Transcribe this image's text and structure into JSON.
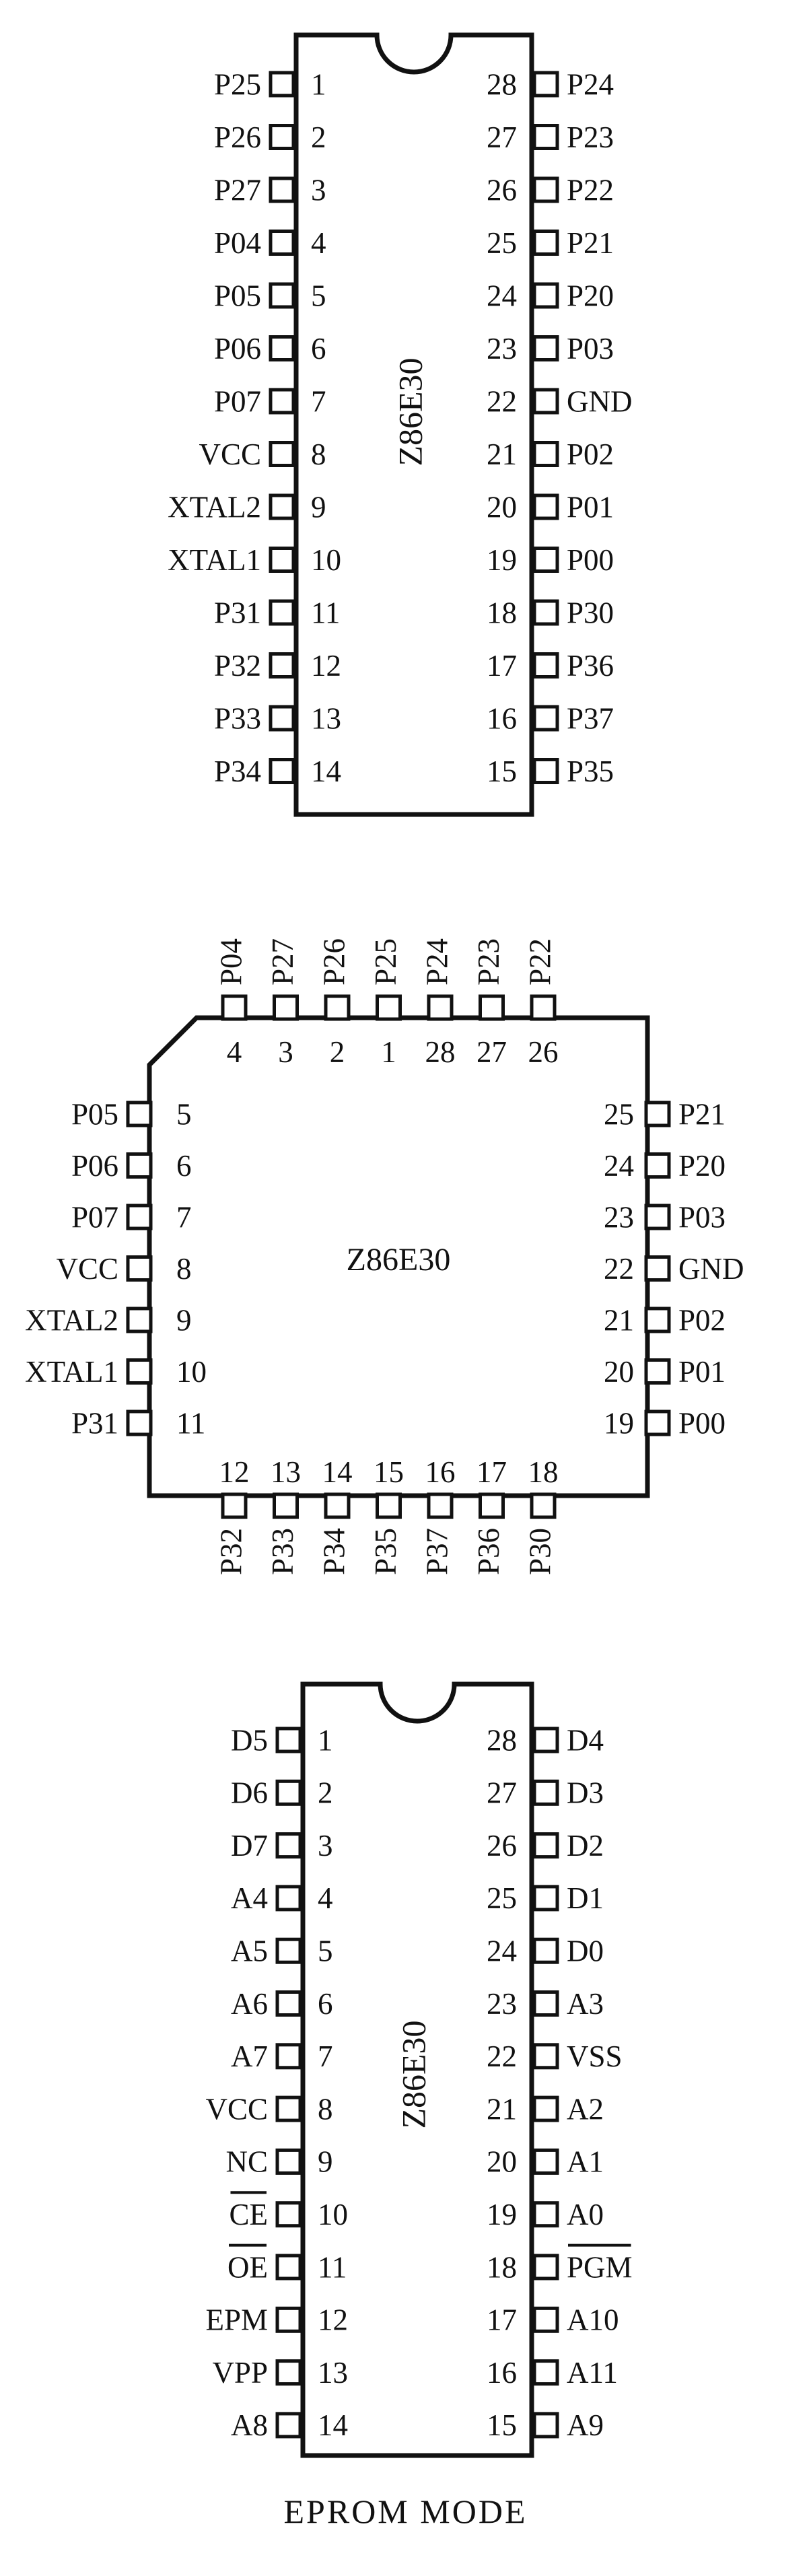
{
  "diagrams": [
    {
      "id": "dip-pinout",
      "package": "DIP-28",
      "chip_label": "Z86E30",
      "left_pins": [
        {
          "num": "1",
          "name": "P25"
        },
        {
          "num": "2",
          "name": "P26"
        },
        {
          "num": "3",
          "name": "P27"
        },
        {
          "num": "4",
          "name": "P04"
        },
        {
          "num": "5",
          "name": "P05"
        },
        {
          "num": "6",
          "name": "P06"
        },
        {
          "num": "7",
          "name": "P07"
        },
        {
          "num": "8",
          "name": "VCC"
        },
        {
          "num": "9",
          "name": "XTAL2"
        },
        {
          "num": "10",
          "name": "XTAL1"
        },
        {
          "num": "11",
          "name": "P31"
        },
        {
          "num": "12",
          "name": "P32"
        },
        {
          "num": "13",
          "name": "P33"
        },
        {
          "num": "14",
          "name": "P34"
        }
      ],
      "right_pins": [
        {
          "num": "28",
          "name": "P24"
        },
        {
          "num": "27",
          "name": "P23"
        },
        {
          "num": "26",
          "name": "P22"
        },
        {
          "num": "25",
          "name": "P21"
        },
        {
          "num": "24",
          "name": "P20"
        },
        {
          "num": "23",
          "name": "P03"
        },
        {
          "num": "22",
          "name": "GND"
        },
        {
          "num": "21",
          "name": "P02"
        },
        {
          "num": "20",
          "name": "P01"
        },
        {
          "num": "19",
          "name": "P00"
        },
        {
          "num": "18",
          "name": "P30"
        },
        {
          "num": "17",
          "name": "P36"
        },
        {
          "num": "16",
          "name": "P37"
        },
        {
          "num": "15",
          "name": "P35"
        }
      ]
    },
    {
      "id": "plcc-pinout",
      "package": "PLCC-28",
      "chip_label": "Z86E30",
      "top_pins": [
        {
          "num": "4",
          "name": "P04"
        },
        {
          "num": "3",
          "name": "P27"
        },
        {
          "num": "2",
          "name": "P26"
        },
        {
          "num": "1",
          "name": "P25"
        },
        {
          "num": "28",
          "name": "P24"
        },
        {
          "num": "27",
          "name": "P23"
        },
        {
          "num": "26",
          "name": "P22"
        }
      ],
      "left_pins": [
        {
          "num": "5",
          "name": "P05"
        },
        {
          "num": "6",
          "name": "P06"
        },
        {
          "num": "7",
          "name": "P07"
        },
        {
          "num": "8",
          "name": "VCC"
        },
        {
          "num": "9",
          "name": "XTAL2"
        },
        {
          "num": "10",
          "name": "XTAL1"
        },
        {
          "num": "11",
          "name": "P31"
        }
      ],
      "right_pins": [
        {
          "num": "25",
          "name": "P21"
        },
        {
          "num": "24",
          "name": "P20"
        },
        {
          "num": "23",
          "name": "P03"
        },
        {
          "num": "22",
          "name": "GND"
        },
        {
          "num": "21",
          "name": "P02"
        },
        {
          "num": "20",
          "name": "P01"
        },
        {
          "num": "19",
          "name": "P00"
        }
      ],
      "bottom_pins": [
        {
          "num": "12",
          "name": "P32"
        },
        {
          "num": "13",
          "name": "P33"
        },
        {
          "num": "14",
          "name": "P34"
        },
        {
          "num": "15",
          "name": "P35"
        },
        {
          "num": "16",
          "name": "P37"
        },
        {
          "num": "17",
          "name": "P36"
        },
        {
          "num": "18",
          "name": "P30"
        }
      ]
    },
    {
      "id": "eprom-pinout",
      "package": "DIP-28",
      "chip_label": "Z86E30",
      "left_pins": [
        {
          "num": "1",
          "name": "D5"
        },
        {
          "num": "2",
          "name": "D6"
        },
        {
          "num": "3",
          "name": "D7"
        },
        {
          "num": "4",
          "name": "A4"
        },
        {
          "num": "5",
          "name": "A5"
        },
        {
          "num": "6",
          "name": "A6"
        },
        {
          "num": "7",
          "name": "A7"
        },
        {
          "num": "8",
          "name": "VCC"
        },
        {
          "num": "9",
          "name": "NC"
        },
        {
          "num": "10",
          "name": "CE",
          "overbar": true
        },
        {
          "num": "11",
          "name": "OE",
          "overbar": true
        },
        {
          "num": "12",
          "name": "EPM"
        },
        {
          "num": "13",
          "name": "VPP"
        },
        {
          "num": "14",
          "name": "A8"
        }
      ],
      "right_pins": [
        {
          "num": "28",
          "name": "D4"
        },
        {
          "num": "27",
          "name": "D3"
        },
        {
          "num": "26",
          "name": "D2"
        },
        {
          "num": "25",
          "name": "D1"
        },
        {
          "num": "24",
          "name": "D0"
        },
        {
          "num": "23",
          "name": "A3"
        },
        {
          "num": "22",
          "name": "VSS"
        },
        {
          "num": "21",
          "name": "A2"
        },
        {
          "num": "20",
          "name": "A1"
        },
        {
          "num": "19",
          "name": "A0"
        },
        {
          "num": "18",
          "name": "PGM",
          "overbar": true
        },
        {
          "num": "17",
          "name": "A10"
        },
        {
          "num": "16",
          "name": "A11"
        },
        {
          "num": "15",
          "name": "A9"
        }
      ]
    }
  ],
  "caption": "EPROM MODE"
}
